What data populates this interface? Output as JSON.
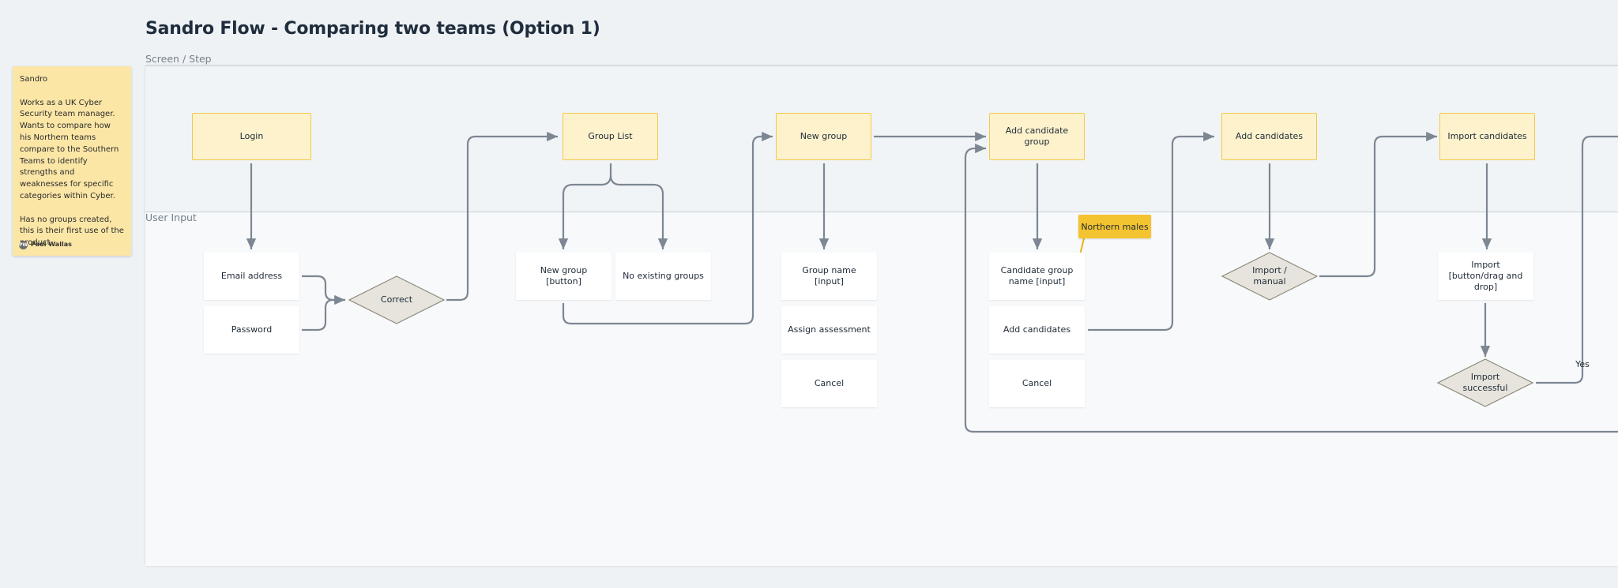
{
  "title": "Sandro Flow - Comparing two teams (Option 1)",
  "lanes": {
    "top": "Screen / Step",
    "bottom": "User Input"
  },
  "sticky": {
    "name": "Sandro",
    "body": "Works as a  UK Cyber Security team manager. Wants to compare how his Northern teams compare to the Southern Teams to identify strengths and weaknesses for specific categories within Cyber.",
    "note": "Has no groups created, this is their first use of the product.",
    "avatar": "PW",
    "author": "Paul Wallas"
  },
  "screens": {
    "login": "Login",
    "group_list": "Group List",
    "new_group": "New group",
    "add_candidate_group": "Add candidate group",
    "add_candidates": "Add candidates",
    "import_candidates": "Import candidates"
  },
  "inputs": {
    "email": "Email address",
    "password": "Password",
    "new_group_button": "New group [button]",
    "no_existing_groups": "No existing groups",
    "group_name": "Group name [input]",
    "assign_assessment": "Assign assessment",
    "cancel_1": "Cancel",
    "candidate_group_name": "Candidate group name [input]",
    "add_candidates": "Add candidates",
    "cancel_2": "Cancel",
    "import_button": "Import [button/drag and drop]"
  },
  "decisions": {
    "correct": "Correct",
    "import_manual": "Import / manual",
    "import_successful": "Import successful"
  },
  "edge_labels": {
    "yes": "Yes"
  },
  "annotation": "Northern males",
  "colors": {
    "screen_fill": "#fdf2cc",
    "screen_border": "#f2c94c",
    "decision_fill": "#e6e4dc",
    "decision_border": "#8b8a7a",
    "connector": "#7d8793",
    "annotation": "#f4c430"
  }
}
